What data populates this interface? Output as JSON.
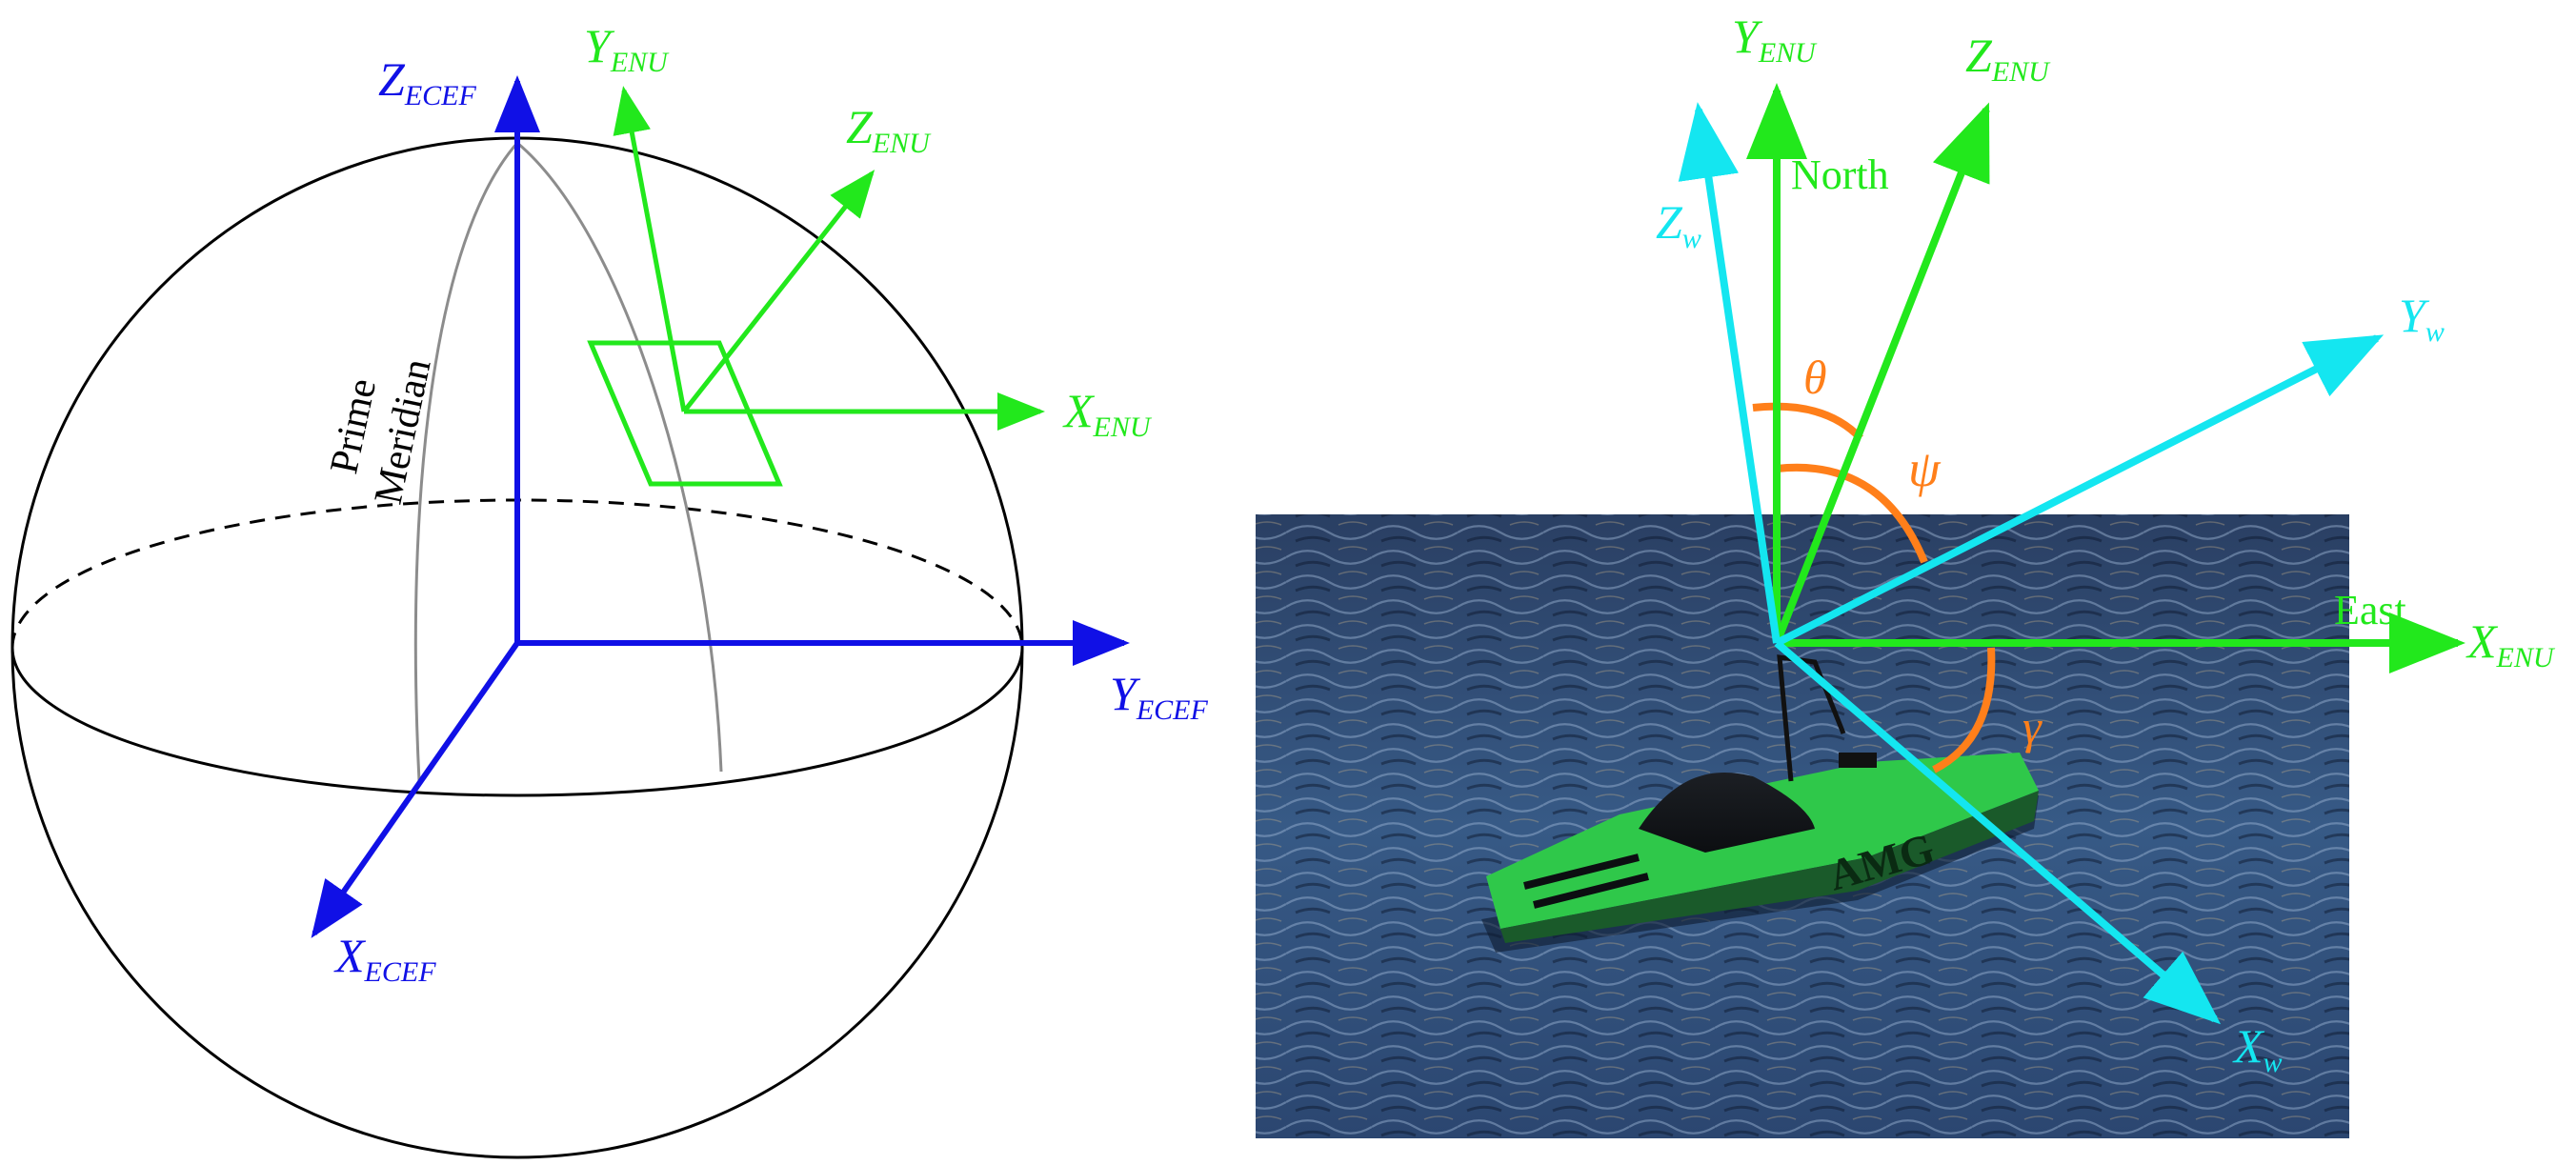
{
  "colors": {
    "ecef": "#1010e6",
    "enu": "#22e81c",
    "world": "#14e6f0",
    "angle": "#ff7f1a",
    "outline": "#000000",
    "meridian": "#8c8c8c",
    "water_dark": "#1d2f4f",
    "water_mid": "#3d5f8f",
    "boat_green": "#2fc84a"
  },
  "ecef_frame": {
    "x": {
      "main": "X",
      "sub": "ECEF"
    },
    "y": {
      "main": "Y",
      "sub": "ECEF"
    },
    "z": {
      "main": "Z",
      "sub": "ECEF"
    }
  },
  "enu_frame_left": {
    "x": {
      "main": "X",
      "sub": "ENU"
    },
    "y": {
      "main": "Y",
      "sub": "ENU"
    },
    "z": {
      "main": "Z",
      "sub": "ENU"
    }
  },
  "prime_meridian": {
    "line1": "Prime",
    "line2": "Meridian"
  },
  "enu_frame_right": {
    "x": {
      "main": "X",
      "sub": "ENU"
    },
    "y": {
      "main": "Y",
      "sub": "ENU"
    },
    "z": {
      "main": "Z",
      "sub": "ENU"
    },
    "north": "North",
    "east": "East"
  },
  "world_frame": {
    "x": {
      "main": "X",
      "sub": "w"
    },
    "y": {
      "main": "Y",
      "sub": "w"
    },
    "z": {
      "main": "Z",
      "sub": "w"
    }
  },
  "angles": {
    "theta": "θ",
    "psi": "ψ",
    "gamma": "γ"
  },
  "boat": {
    "hull_marking": "AMG"
  },
  "icons": [
    "sphere-icon",
    "boat-photo-icon"
  ]
}
